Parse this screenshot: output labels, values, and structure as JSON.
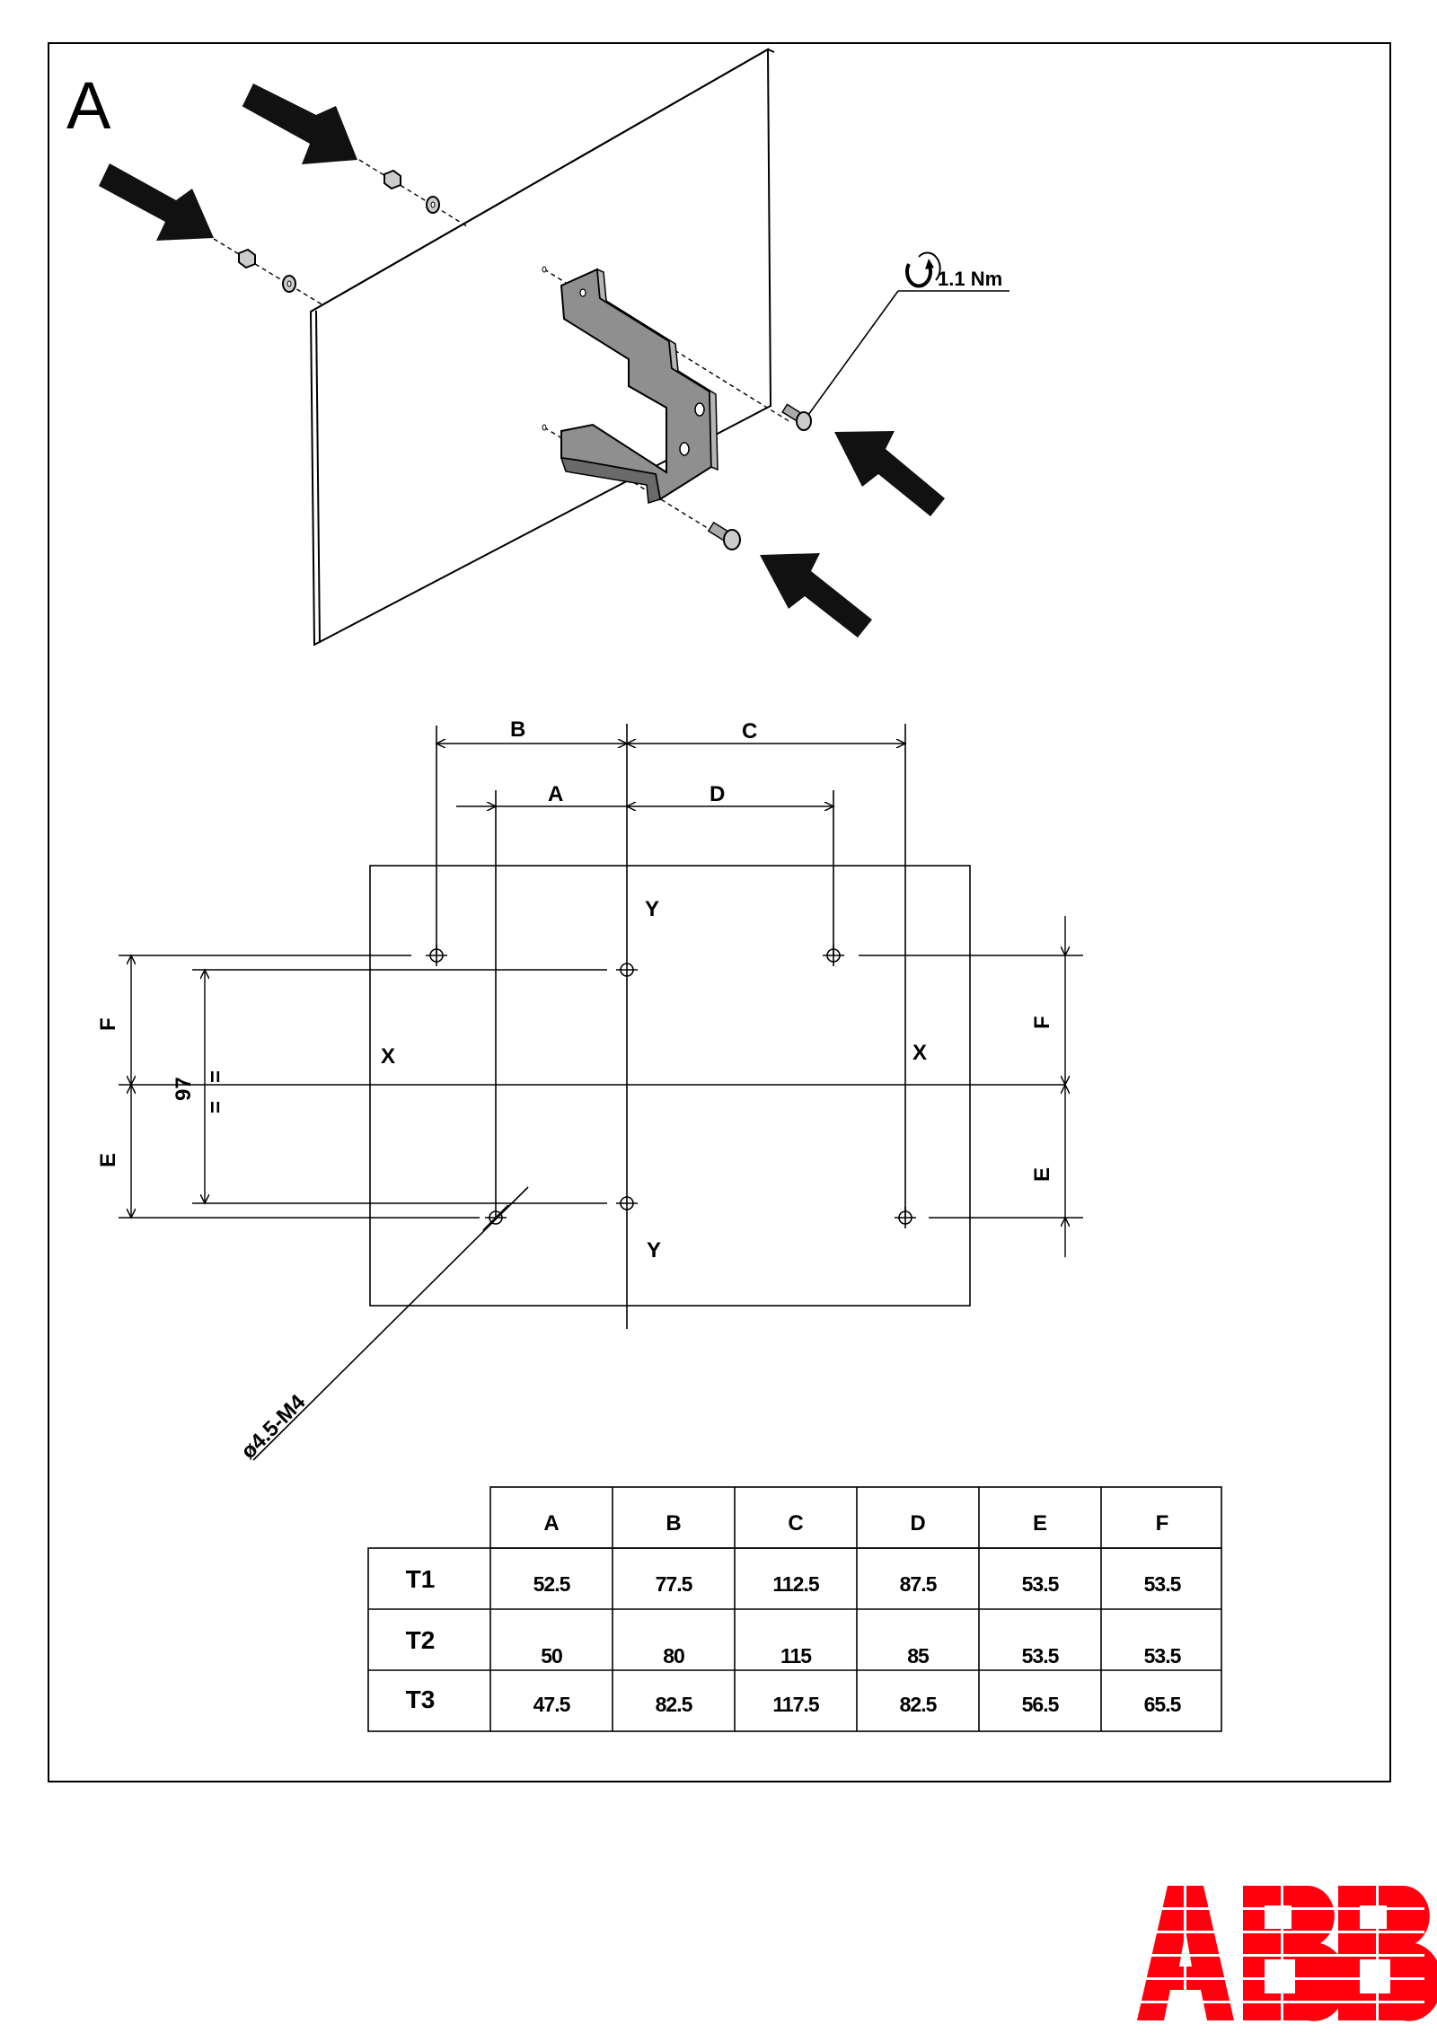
{
  "view_label": "A",
  "torque": "1.1 Nm",
  "dimensions": {
    "A": "A",
    "B": "B",
    "C": "C",
    "D": "D",
    "E": "E",
    "F": "F",
    "X": "X",
    "Y": "Y",
    "center": "97",
    "equal_mark": "=",
    "hole": "ø4.5-M4"
  },
  "table": {
    "columns": [
      "A",
      "B",
      "C",
      "D",
      "E",
      "F"
    ],
    "rows": [
      {
        "label": "T1",
        "values": [
          "52.5",
          "77.5",
          "112.5",
          "87.5",
          "53.5",
          "53.5"
        ]
      },
      {
        "label": "T2",
        "values": [
          "50",
          "80",
          "115",
          "85",
          "53.5",
          "53.5"
        ]
      },
      {
        "label": "T3",
        "values": [
          "47.5",
          "82.5",
          "117.5",
          "82.5",
          "56.5",
          "65.5"
        ]
      }
    ]
  },
  "brand": {
    "name": "ABB",
    "color": "#ff000f"
  }
}
